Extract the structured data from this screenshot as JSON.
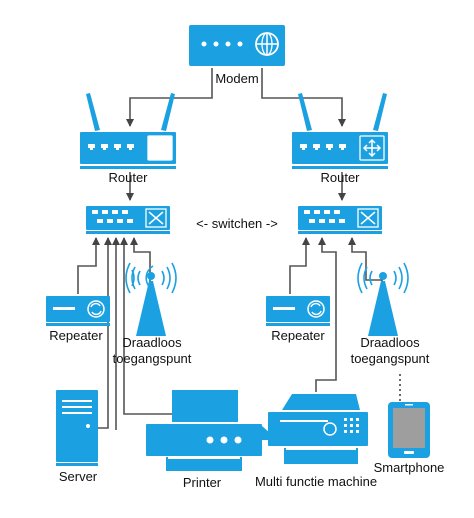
{
  "colors": {
    "device": "#1ba1e2",
    "wire": "#555555",
    "text": "#111111"
  },
  "labels": {
    "modem": "Modem",
    "router_left": "Router",
    "router_right": "Router",
    "switch_caption": "<- switchen ->",
    "repeater_left": "Repeater",
    "repeater_right": "Repeater",
    "ap_left_line1": "Draadloos",
    "ap_left_line2": "toegangspunt",
    "ap_right_line1": "Draadloos",
    "ap_right_line2": "toegangspunt",
    "server": "Server",
    "printer": "Printer",
    "mfp": "Multi functie machine",
    "smartphone": "Smartphone"
  },
  "icons": [
    "modem-icon",
    "router-icon",
    "switch-icon",
    "repeater-icon",
    "wireless-access-point-icon",
    "server-icon",
    "printer-icon",
    "multifunction-printer-icon",
    "smartphone-icon"
  ]
}
